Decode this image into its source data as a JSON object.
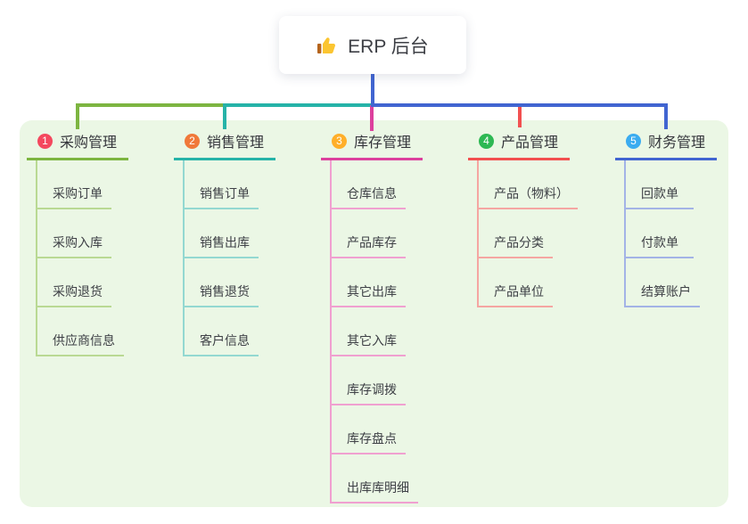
{
  "root": {
    "label": "ERP 后台",
    "icon": "thumbs-up-icon"
  },
  "canvas": {
    "background": "#ffffff",
    "panel_background": "#ebf7e5",
    "root_connector_color": "#4165d1"
  },
  "branches": [
    {
      "badge": "1",
      "title": "采购管理",
      "badge_color": "#f4485e",
      "line_color": "#7db541",
      "light_color": "#b9d993",
      "children": [
        "采购订单",
        "采购入库",
        "采购退货",
        "供应商信息"
      ]
    },
    {
      "badge": "2",
      "title": "销售管理",
      "badge_color": "#f0793a",
      "line_color": "#26b3a8",
      "light_color": "#93d8d1",
      "children": [
        "销售订单",
        "销售出库",
        "销售退货",
        "客户信息"
      ]
    },
    {
      "badge": "3",
      "title": "库存管理",
      "badge_color": "#ffaf2a",
      "line_color": "#dc409d",
      "light_color": "#f0a0d0",
      "children": [
        "仓库信息",
        "产品库存",
        "其它出库",
        "其它入库",
        "库存调拨",
        "库存盘点",
        "出库库明细"
      ]
    },
    {
      "badge": "4",
      "title": "产品管理",
      "badge_color": "#2db853",
      "line_color": "#f25050",
      "light_color": "#f5a6a2",
      "children": [
        "产品（物料）",
        "产品分类",
        "产品单位"
      ]
    },
    {
      "badge": "5",
      "title": "财务管理",
      "badge_color": "#3bacf0",
      "line_color": "#4165d1",
      "light_color": "#a3b3e6",
      "children": [
        "回款单",
        "付款单",
        "结算账户"
      ]
    }
  ]
}
